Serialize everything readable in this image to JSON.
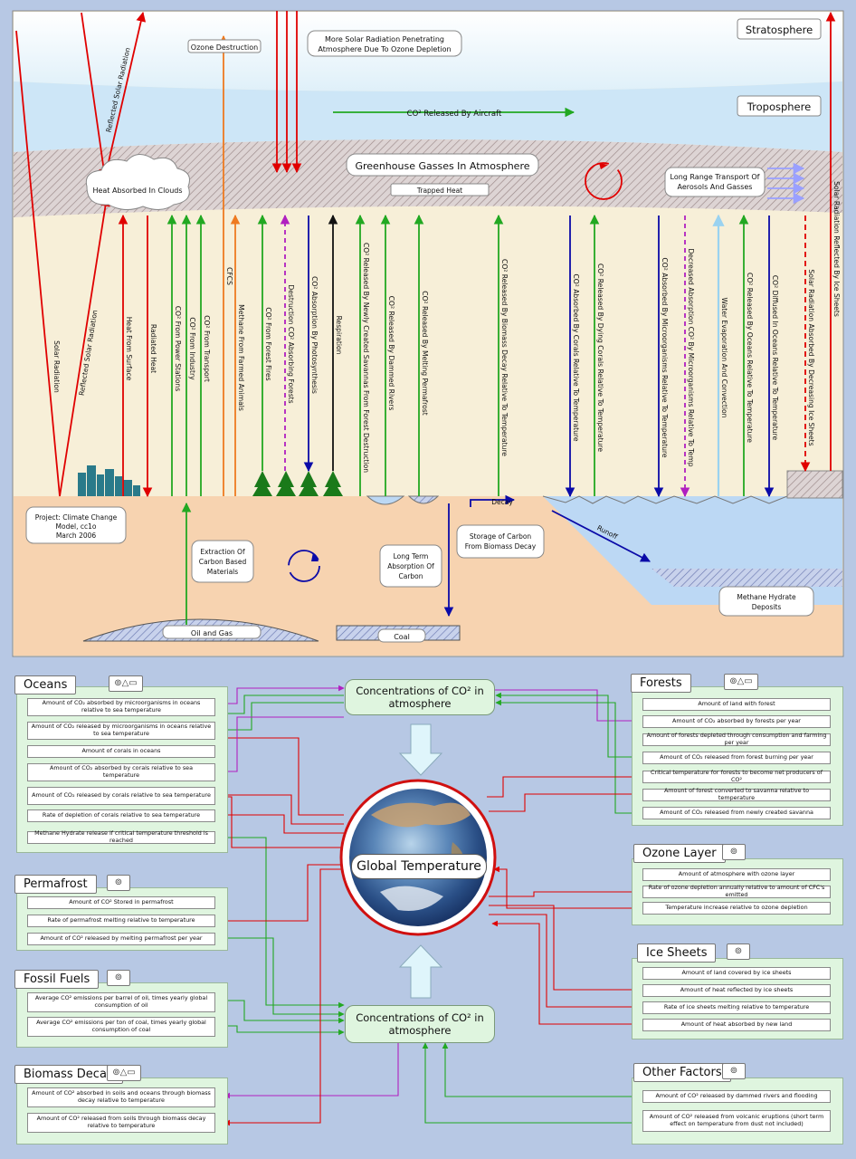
{
  "top_diagram": {
    "layers": {
      "stratosphere": "Stratosphere",
      "troposphere": "Troposphere"
    },
    "labels": {
      "ozone_destruction": "Ozone Destruction",
      "more_solar_1": "More Solar Radiation Penetrating",
      "more_solar_2": "Atmosphere Due To Ozone Depletion",
      "aircraft": "CO² Released By Aircraft",
      "greenhouse": "Greenhouse Gasses In Atmosphere",
      "trapped_heat": "Trapped Heat",
      "clouds": "Heat Absorbed In Clouds",
      "long_range_1": "Long Range Transport  Of",
      "long_range_2": "Aerosols And Gasses",
      "project_1": "Project: Climate Change",
      "project_2": "Model, cc1o",
      "project_3": "March 2006",
      "extraction_1": "Extraction Of",
      "extraction_2": "Carbon Based",
      "extraction_3": "Materials",
      "oil_gas": "Oil and Gas",
      "long_term_1": "Long Term",
      "long_term_2": "Absorption Of",
      "long_term_3": "Carbon",
      "coal": "Coal",
      "decay": "Decay",
      "storage_1": "Storage of Carbon",
      "storage_2": "From Biomass Decay",
      "runoff": "Runoff",
      "methane_1": "Methane Hydrate",
      "methane_2": "Deposits"
    },
    "arrow_labels": [
      "Solar Radiation",
      "Reflected Solar Radiation",
      "Reflected Solar Radiation",
      "Heat From Surface",
      "Radiated Heat",
      "CO² From Power Stations",
      "CO² From Industry",
      "CO² From Transport",
      "CFCS",
      "Methane From  Farmed Animals",
      "CO² From Forest Fires",
      "Destruction CO² Absorbing Forests",
      "CO² Absorption By Photosynthesis",
      "Respiration",
      "CO² Released By Newly Created Savannas From Forest Destruction",
      "CO² Released By Dammed Rivers",
      "CO² Released By Melting Permafrost",
      "CO² Released By Biomass Decay Relative To Temperature",
      "CO² Absorbed By Corals Relative To Temperature",
      "CO² Released By Dying Corals Relative To Temperature",
      "CO² Absorbed By Microorganisms Relative To Temperature",
      "Decreased Absorption CO² By Microorganisms Relative To Temp",
      "Water Evaporation And Convection",
      "CO² Released By Oceans Relative To Temperature",
      "CO² Diffused In Oceans Relative To Temperature",
      "Solar Radiation Absorbed By Decreasing Ice Sheets",
      "Solar Radiation Reflected By Ice Sheets"
    ]
  },
  "panels": {
    "oceans": {
      "title": "Oceans",
      "items": [
        "Amount of CO₂ absorbed by microorganisms in oceans relative to sea temperature",
        "Amount of CO₂ released by microorganisms in oceans relative to sea temperature",
        "Amount of corals in oceans",
        "Amount of CO₂ absorbed by corals relative to sea temperature",
        "Amount of CO₂ released by corals relative to sea temperature",
        "Rate of depletion of corals relative to sea temperature",
        "Methane Hydrate release if critical temperature threshold is reached"
      ]
    },
    "permafrost": {
      "title": "Permafrost",
      "items": [
        "Amount of CO² Stored in permafrost",
        "Rate of permafrost melting relative to temperature",
        "Amount of CO² released by melting permafrost per year"
      ]
    },
    "fossil": {
      "title": "Fossil Fuels",
      "items": [
        "Average CO² emissions per barrel of oil, times yearly global consumption of oil",
        "Average CO² emissions per ton of coal, times yearly global consumption of coal"
      ]
    },
    "biomass": {
      "title": "Biomass Decay",
      "items": [
        "Amount of CO² absorbed in soils and oceans through biomass decay relative to temperature",
        "Amount of CO² released from soils through biomass decay relative to temperature"
      ]
    },
    "forests": {
      "title": "Forests",
      "items": [
        "Amount of land with forest",
        "Amount of CO₂ absorbed by forests per year",
        "Amount of forests depleted through consumption and farming per year",
        "Amount of CO₂ released from forest burning per year",
        "Critical temperature for forests to become net producers of CO²",
        "Amount of forest converted to savanna relative to temperature",
        "Amount of CO₂ released from newly created savanna"
      ]
    },
    "ozone": {
      "title": "Ozone Layer",
      "items": [
        "Amount of atmosphere with ozone layer",
        "Rate of ozone depletion annually relative to amount of CFC's emitted",
        "Temperature increase relative to ozone depletion"
      ]
    },
    "ice": {
      "title": "Ice Sheets",
      "items": [
        "Amount of land covered by ice sheets",
        "Amount of heat reflected by ice sheets",
        "Rate of ice sheets melting relative to temperature",
        "Amount of heat absorbed by new land"
      ]
    },
    "other": {
      "title": "Other Factors",
      "items": [
        "Amount of CO² released by dammed rivers and flooding",
        "Amount of CO² released from volcanic eruptions (short term effect on temperature from dust not included)"
      ]
    }
  },
  "center": {
    "conc_top": "Concentrations of CO² in atmosphere",
    "conc_bottom": "Concentrations of CO² in atmosphere",
    "global": "Global Temperature"
  }
}
